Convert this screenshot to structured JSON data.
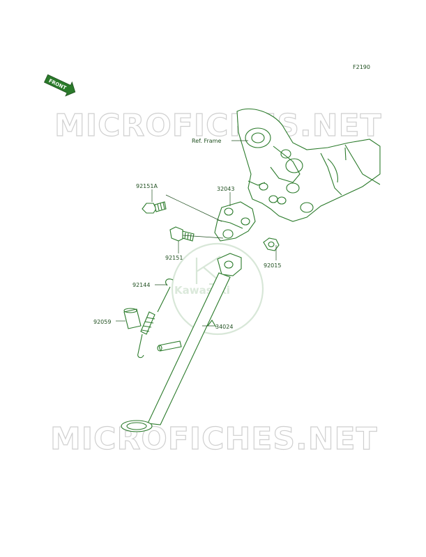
{
  "diagram_code": "F2190",
  "front_badge": "FRONT",
  "watermark_text": "MICROFICHES.NET",
  "logo_text": "Kawasaki",
  "colors": {
    "line": "#2a7a2a",
    "label": "#1f4f1f",
    "watermark": "#cfcfcf",
    "background": "#ffffff"
  },
  "labels": {
    "ref_frame": "Ref. Frame",
    "p92151A": "92151A",
    "p32043": "32043",
    "p92151": "92151",
    "p92015": "92015",
    "p92144": "92144",
    "p92059": "92059",
    "p34024": "34024"
  }
}
